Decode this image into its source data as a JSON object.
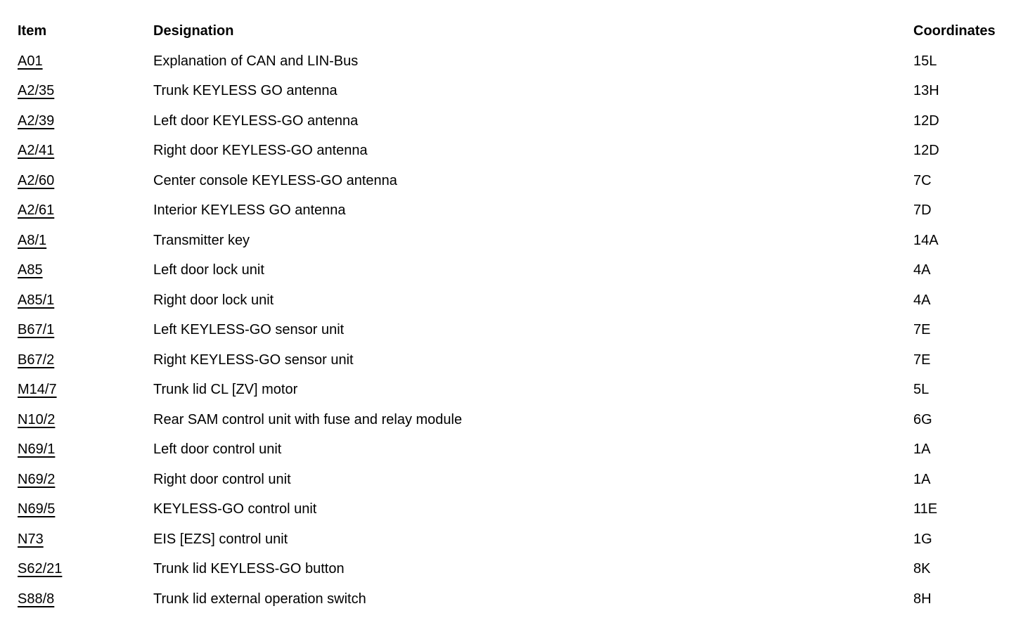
{
  "table": {
    "headers": {
      "item": "Item",
      "designation": "Designation",
      "coordinates": "Coordinates"
    },
    "rows": [
      {
        "item": "A01",
        "designation": "Explanation of CAN and LIN-Bus",
        "coordinates": "15L"
      },
      {
        "item": "A2/35",
        "designation": "Trunk KEYLESS GO antenna",
        "coordinates": "13H"
      },
      {
        "item": "A2/39",
        "designation": "Left door KEYLESS-GO antenna",
        "coordinates": "12D"
      },
      {
        "item": "A2/41",
        "designation": "Right door KEYLESS-GO antenna",
        "coordinates": "12D"
      },
      {
        "item": "A2/60",
        "designation": "Center console KEYLESS-GO antenna",
        "coordinates": "7C"
      },
      {
        "item": "A2/61",
        "designation": "Interior KEYLESS GO antenna",
        "coordinates": "7D"
      },
      {
        "item": "A8/1",
        "designation": "Transmitter key",
        "coordinates": "14A"
      },
      {
        "item": "A85",
        "designation": "Left door lock unit",
        "coordinates": "4A"
      },
      {
        "item": "A85/1",
        "designation": "Right door lock unit",
        "coordinates": "4A"
      },
      {
        "item": "B67/1",
        "designation": "Left KEYLESS-GO sensor unit",
        "coordinates": "7E"
      },
      {
        "item": "B67/2",
        "designation": "Right KEYLESS-GO sensor unit",
        "coordinates": "7E"
      },
      {
        "item": "M14/7",
        "designation": "Trunk lid CL [ZV] motor",
        "coordinates": "5L"
      },
      {
        "item": "N10/2",
        "designation": "Rear SAM control unit with fuse and relay module",
        "coordinates": "6G"
      },
      {
        "item": "N69/1",
        "designation": "Left door control unit",
        "coordinates": "1A"
      },
      {
        "item": "N69/2",
        "designation": "Right door control unit",
        "coordinates": "1A"
      },
      {
        "item": "N69/5",
        "designation": "KEYLESS-GO control unit",
        "coordinates": "11E"
      },
      {
        "item": "N73",
        "designation": "EIS [EZS] control unit",
        "coordinates": "1G"
      },
      {
        "item": "S62/21",
        "designation": "Trunk lid KEYLESS-GO button",
        "coordinates": "8K"
      },
      {
        "item": "S88/8",
        "designation": "Trunk lid external operation switch",
        "coordinates": "8H"
      }
    ]
  }
}
